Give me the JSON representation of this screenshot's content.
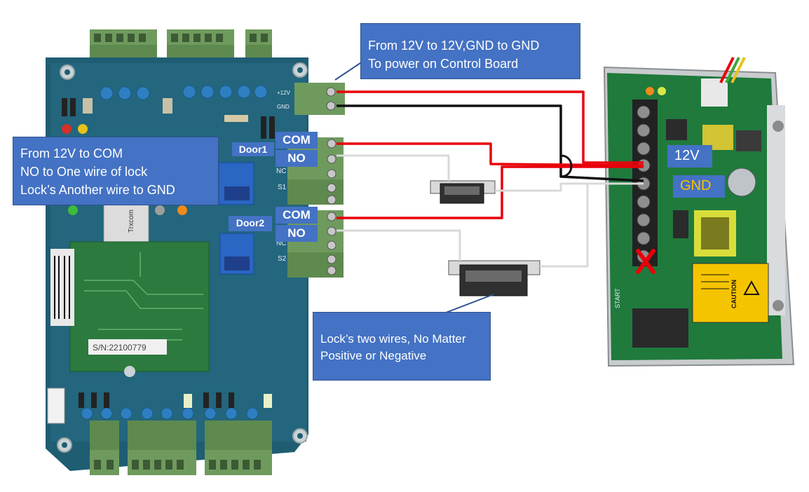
{
  "callouts": {
    "power_board": [
      "From 12V to 12V,GND to GND",
      "To power on Control Board"
    ],
    "door_wiring": [
      "From 12V to COM",
      "NO to One wire of lock",
      "Lock’s Another wire to GND"
    ],
    "lock_wires": [
      "Lock’s two wires, No Matter",
      "Positive or Negative"
    ]
  },
  "terminal_tags": {
    "door1_com": "COM",
    "door1_no": "NO",
    "door2_com": "COM",
    "door2_no": "NO",
    "door1": "Door1",
    "door2": "Door2"
  },
  "psu_tags": {
    "v12": "12V",
    "gnd": "GND"
  },
  "psu_label_colors": {
    "v12": "#ffffff",
    "gnd": "#ffc000"
  },
  "board_silkscreen": {
    "s1": "S1",
    "s2": "S2",
    "nc1": "NC",
    "nc2": "NC",
    "plus12": "+12V",
    "gnd": "GND",
    "chip_brand": "Trxcom",
    "serial": "S/N:22100779",
    "caution": "CAUTION",
    "start": "START"
  },
  "wire_colors": {
    "positive": "#e8000b",
    "ground": "#111111",
    "signal": "#d9d9d9"
  },
  "icons": [
    "x-mark-icon",
    "caution-icon",
    "electric-strike-lock-icon"
  ]
}
